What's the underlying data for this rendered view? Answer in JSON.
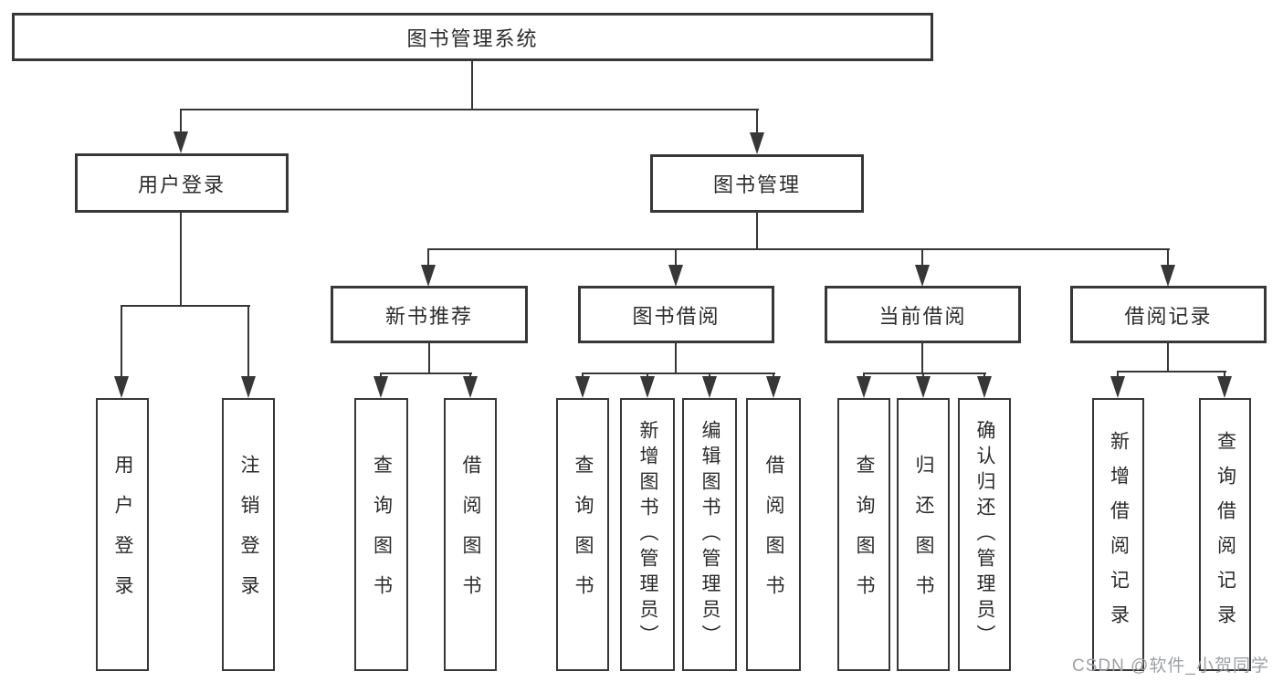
{
  "diagram": {
    "type": "tree",
    "root": {
      "id": "library-system",
      "label": "图书管理系统"
    },
    "level2": [
      {
        "id": "user-login",
        "label": "用户登录",
        "parent": "library-system"
      },
      {
        "id": "book-management",
        "label": "图书管理",
        "parent": "library-system"
      }
    ],
    "level3": [
      {
        "id": "new-book-recommend",
        "label": "新书推荐",
        "parent": "book-management"
      },
      {
        "id": "book-borrow",
        "label": "图书借阅",
        "parent": "book-management"
      },
      {
        "id": "current-borrow",
        "label": "当前借阅",
        "parent": "book-management"
      },
      {
        "id": "borrow-records",
        "label": "借阅记录",
        "parent": "book-management"
      }
    ],
    "level4": [
      {
        "id": "user-login-leaf",
        "label": "用户登录",
        "parent": "user-login"
      },
      {
        "id": "logout",
        "label": "注销登录",
        "parent": "user-login"
      },
      {
        "id": "query-books-1",
        "label": "查询图书",
        "parent": "new-book-recommend"
      },
      {
        "id": "borrow-book-1",
        "label": "借阅图书",
        "parent": "new-book-recommend"
      },
      {
        "id": "query-books-2",
        "label": "查询图书",
        "parent": "book-borrow"
      },
      {
        "id": "add-book-admin",
        "label": "新增图书（管理员）",
        "parent": "book-borrow"
      },
      {
        "id": "edit-book-admin",
        "label": "编辑图书（管理员）",
        "parent": "book-borrow"
      },
      {
        "id": "borrow-book-2",
        "label": "借阅图书",
        "parent": "book-borrow"
      },
      {
        "id": "query-books-3",
        "label": "查询图书",
        "parent": "current-borrow"
      },
      {
        "id": "return-book",
        "label": "归还图书",
        "parent": "current-borrow"
      },
      {
        "id": "confirm-return-admin",
        "label": "确认归还（管理员）",
        "parent": "current-borrow"
      },
      {
        "id": "add-borrow-record",
        "label": "新增借阅记录",
        "parent": "borrow-records"
      },
      {
        "id": "query-borrow-record",
        "label": "查询借阅记录",
        "parent": "borrow-records"
      }
    ]
  },
  "watermark": {
    "text": "CSDN @软件_小贺同学"
  },
  "colors": {
    "line": "#373737",
    "text": "#2b2b2b",
    "watermark": "#9ea0a3",
    "background": "#ffffff"
  }
}
